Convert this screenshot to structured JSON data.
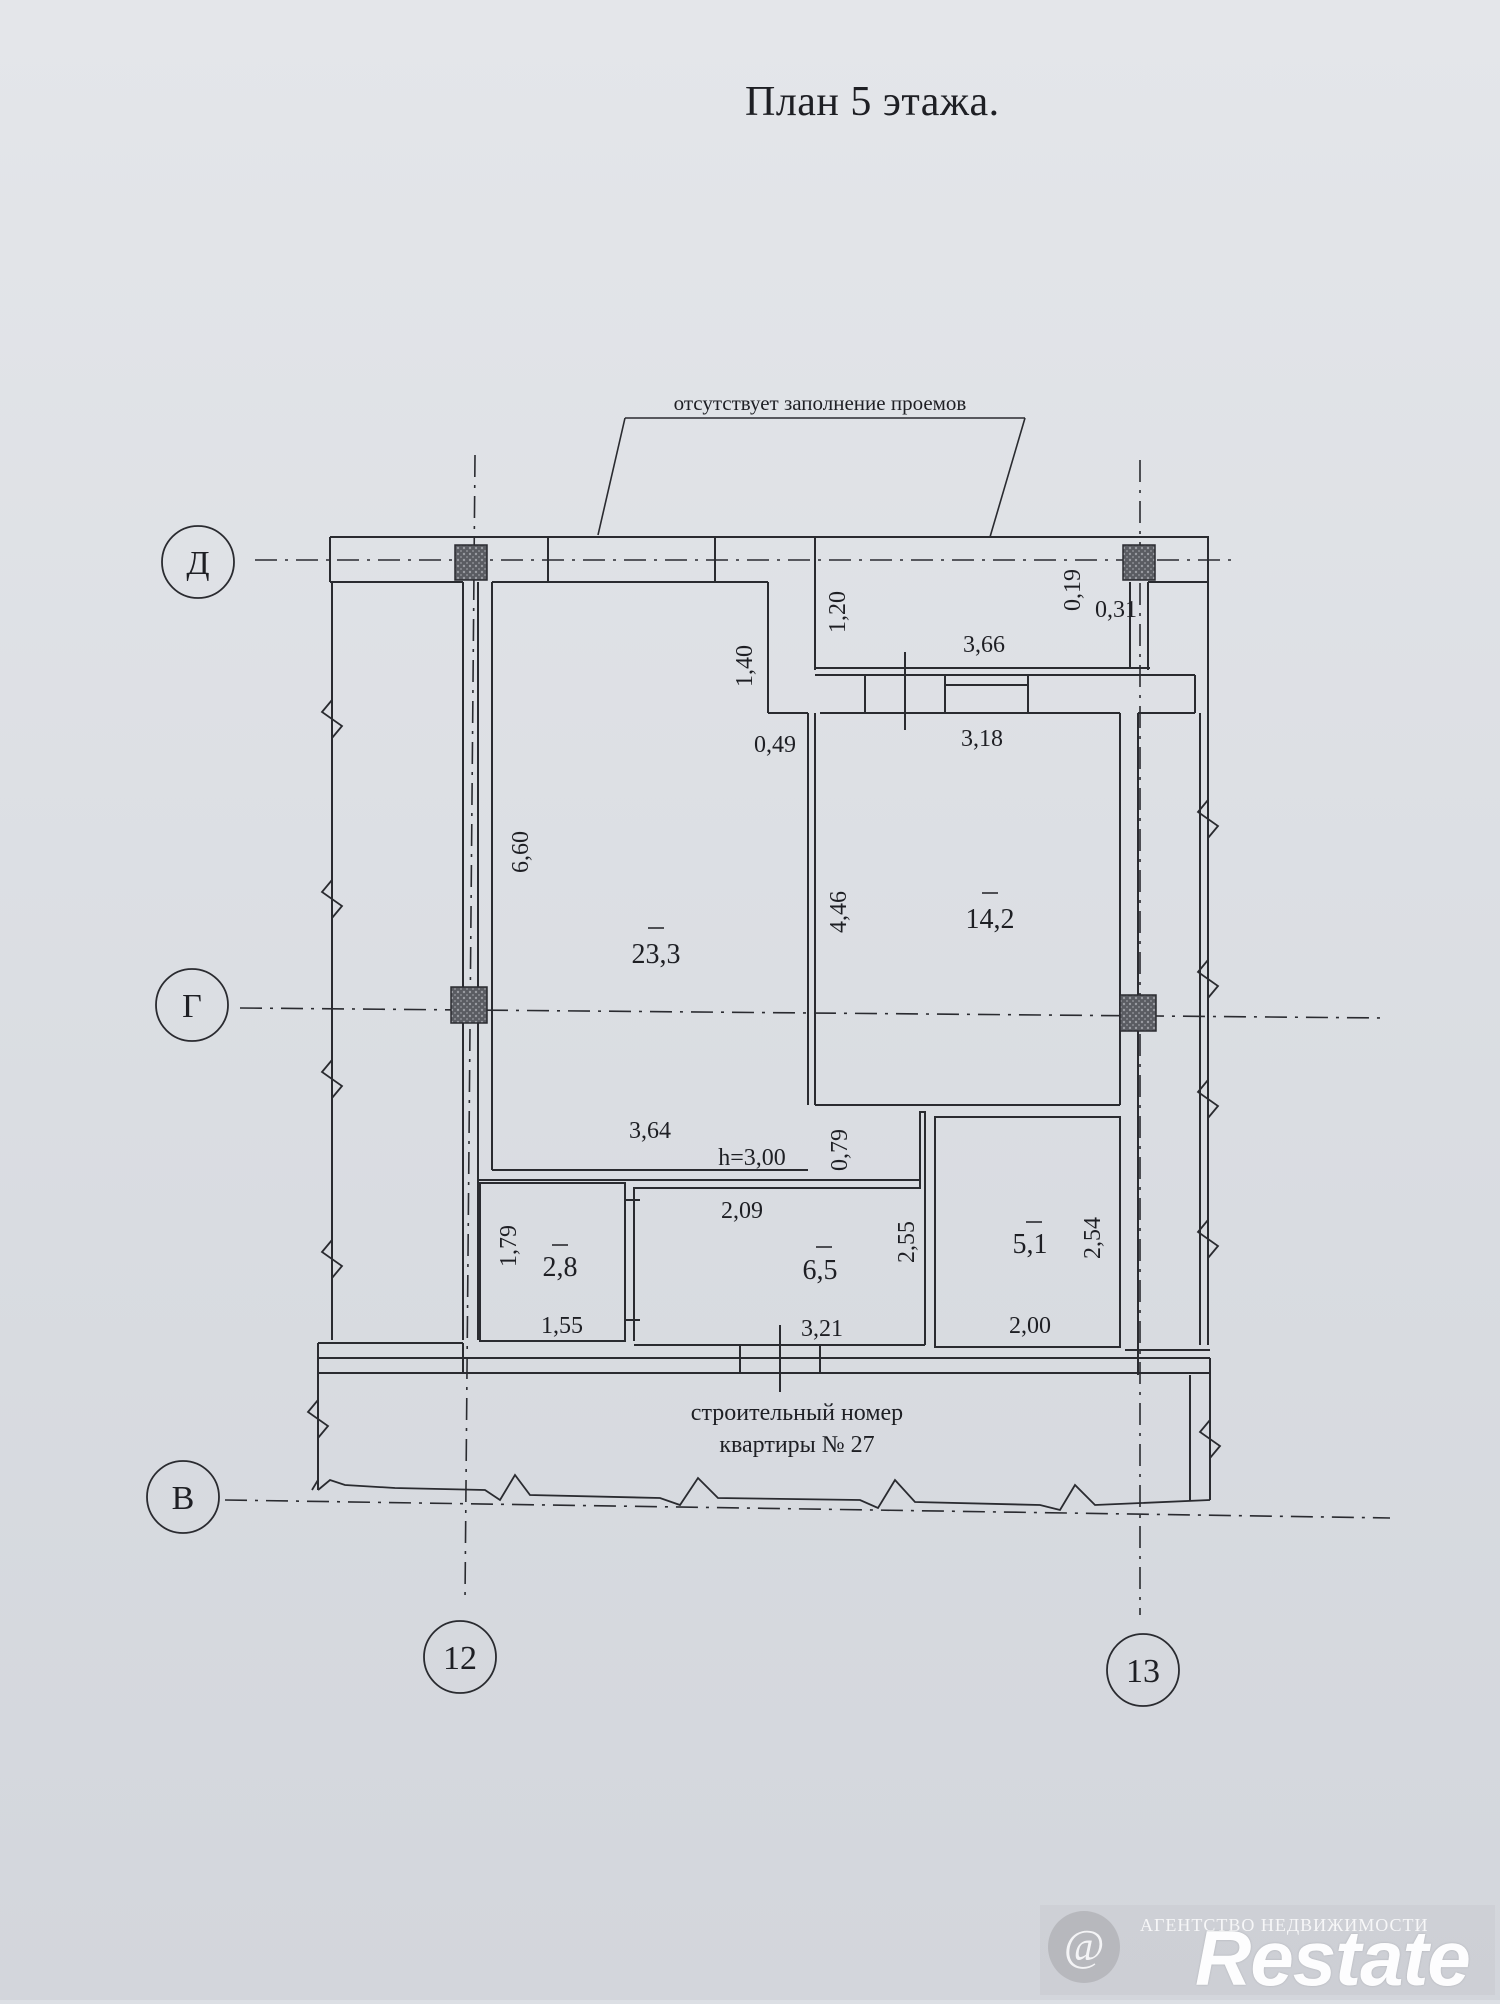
{
  "title": "План 5 этажа.",
  "openings_note": "отсутствует заполнение проемов",
  "apartment_note_line1": "строительный номер",
  "apartment_note_line2": "квартиры № 27",
  "grid_axes": {
    "rows": [
      "Д",
      "Г",
      "В"
    ],
    "columns": [
      "12",
      "13"
    ]
  },
  "rooms": {
    "living_room": {
      "area": "23,3",
      "dim_left": "6,60",
      "dim_bottom": "3,64",
      "height": "h=3,00"
    },
    "bedroom": {
      "area": "14,2",
      "dim_left": "4,46",
      "dim_top": "3,18"
    },
    "balcony": {
      "dim_left": "1,20",
      "dim_bottom": "3,66",
      "dim_right_v": "0,19",
      "dim_right_h": "0,31"
    },
    "corridor": {
      "dim_step_v": "1,40",
      "dim_step_h": "0,49"
    },
    "bathroom": {
      "area": "2,8",
      "dim_left": "1,79",
      "dim_bottom": "1,55"
    },
    "hall": {
      "area": "6,5",
      "dim_top": "2,09",
      "dim_right": "2,55",
      "dim_bottom": "3,21",
      "dim_offset": "0,79"
    },
    "kitchen": {
      "area": "5,1",
      "dim_right": "2,54",
      "dim_bottom": "2,00"
    }
  },
  "watermark": {
    "agency": "АГЕНТСТВО НЕДВИЖИМОСТИ",
    "logo_mark": "@",
    "brand": "Restate"
  }
}
